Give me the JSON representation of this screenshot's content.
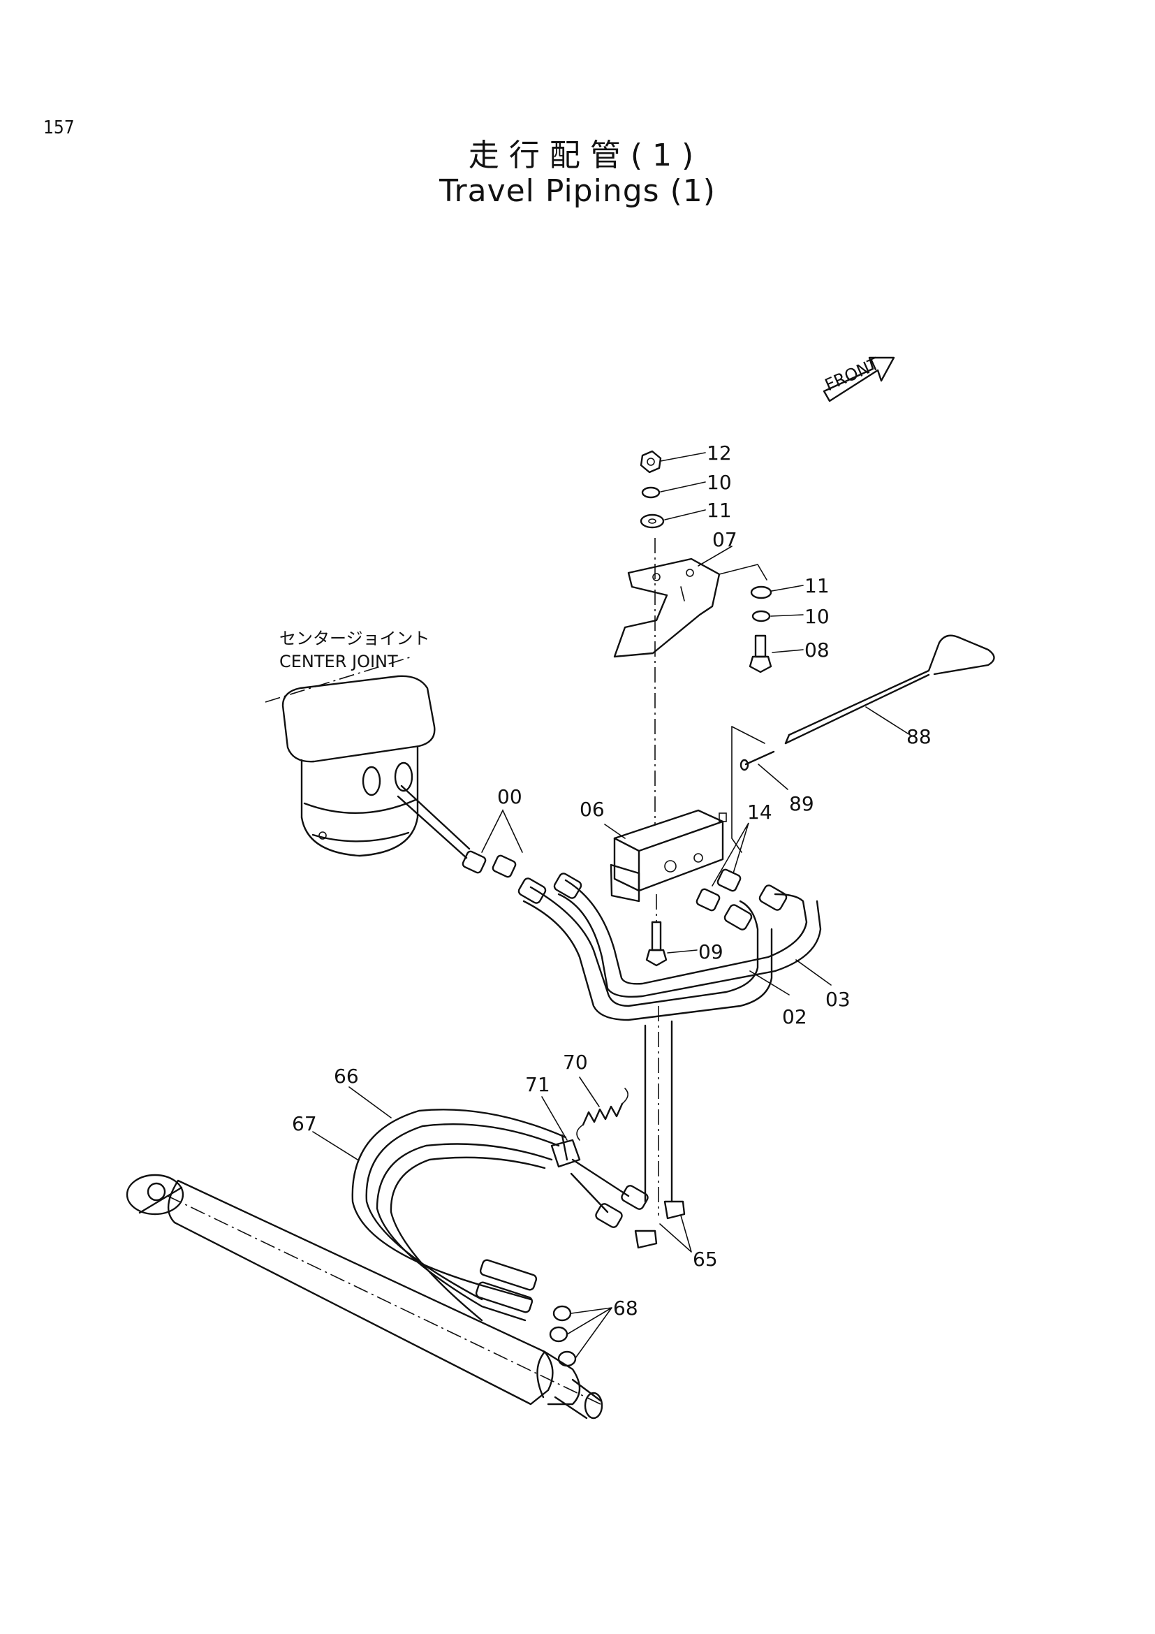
{
  "page_number": "157",
  "title_jp": "走行配管(1)",
  "title_en": "Travel Pipings (1)",
  "front_label": "FRONT",
  "center_joint": {
    "label_jp": "センタージョイント",
    "label_en": "CENTER JOINT"
  },
  "part_labels": {
    "p12": "12",
    "p10a": "10",
    "p11a": "11",
    "p07": "07",
    "p11b": "11",
    "p10b": "10",
    "p08": "08",
    "p88": "88",
    "p89": "89",
    "p00": "00",
    "p06": "06",
    "p14": "14",
    "p09": "09",
    "p03": "03",
    "p02": "02",
    "p70": "70",
    "p66": "66",
    "p71": "71",
    "p67": "67",
    "p65": "65",
    "p68": "68"
  }
}
